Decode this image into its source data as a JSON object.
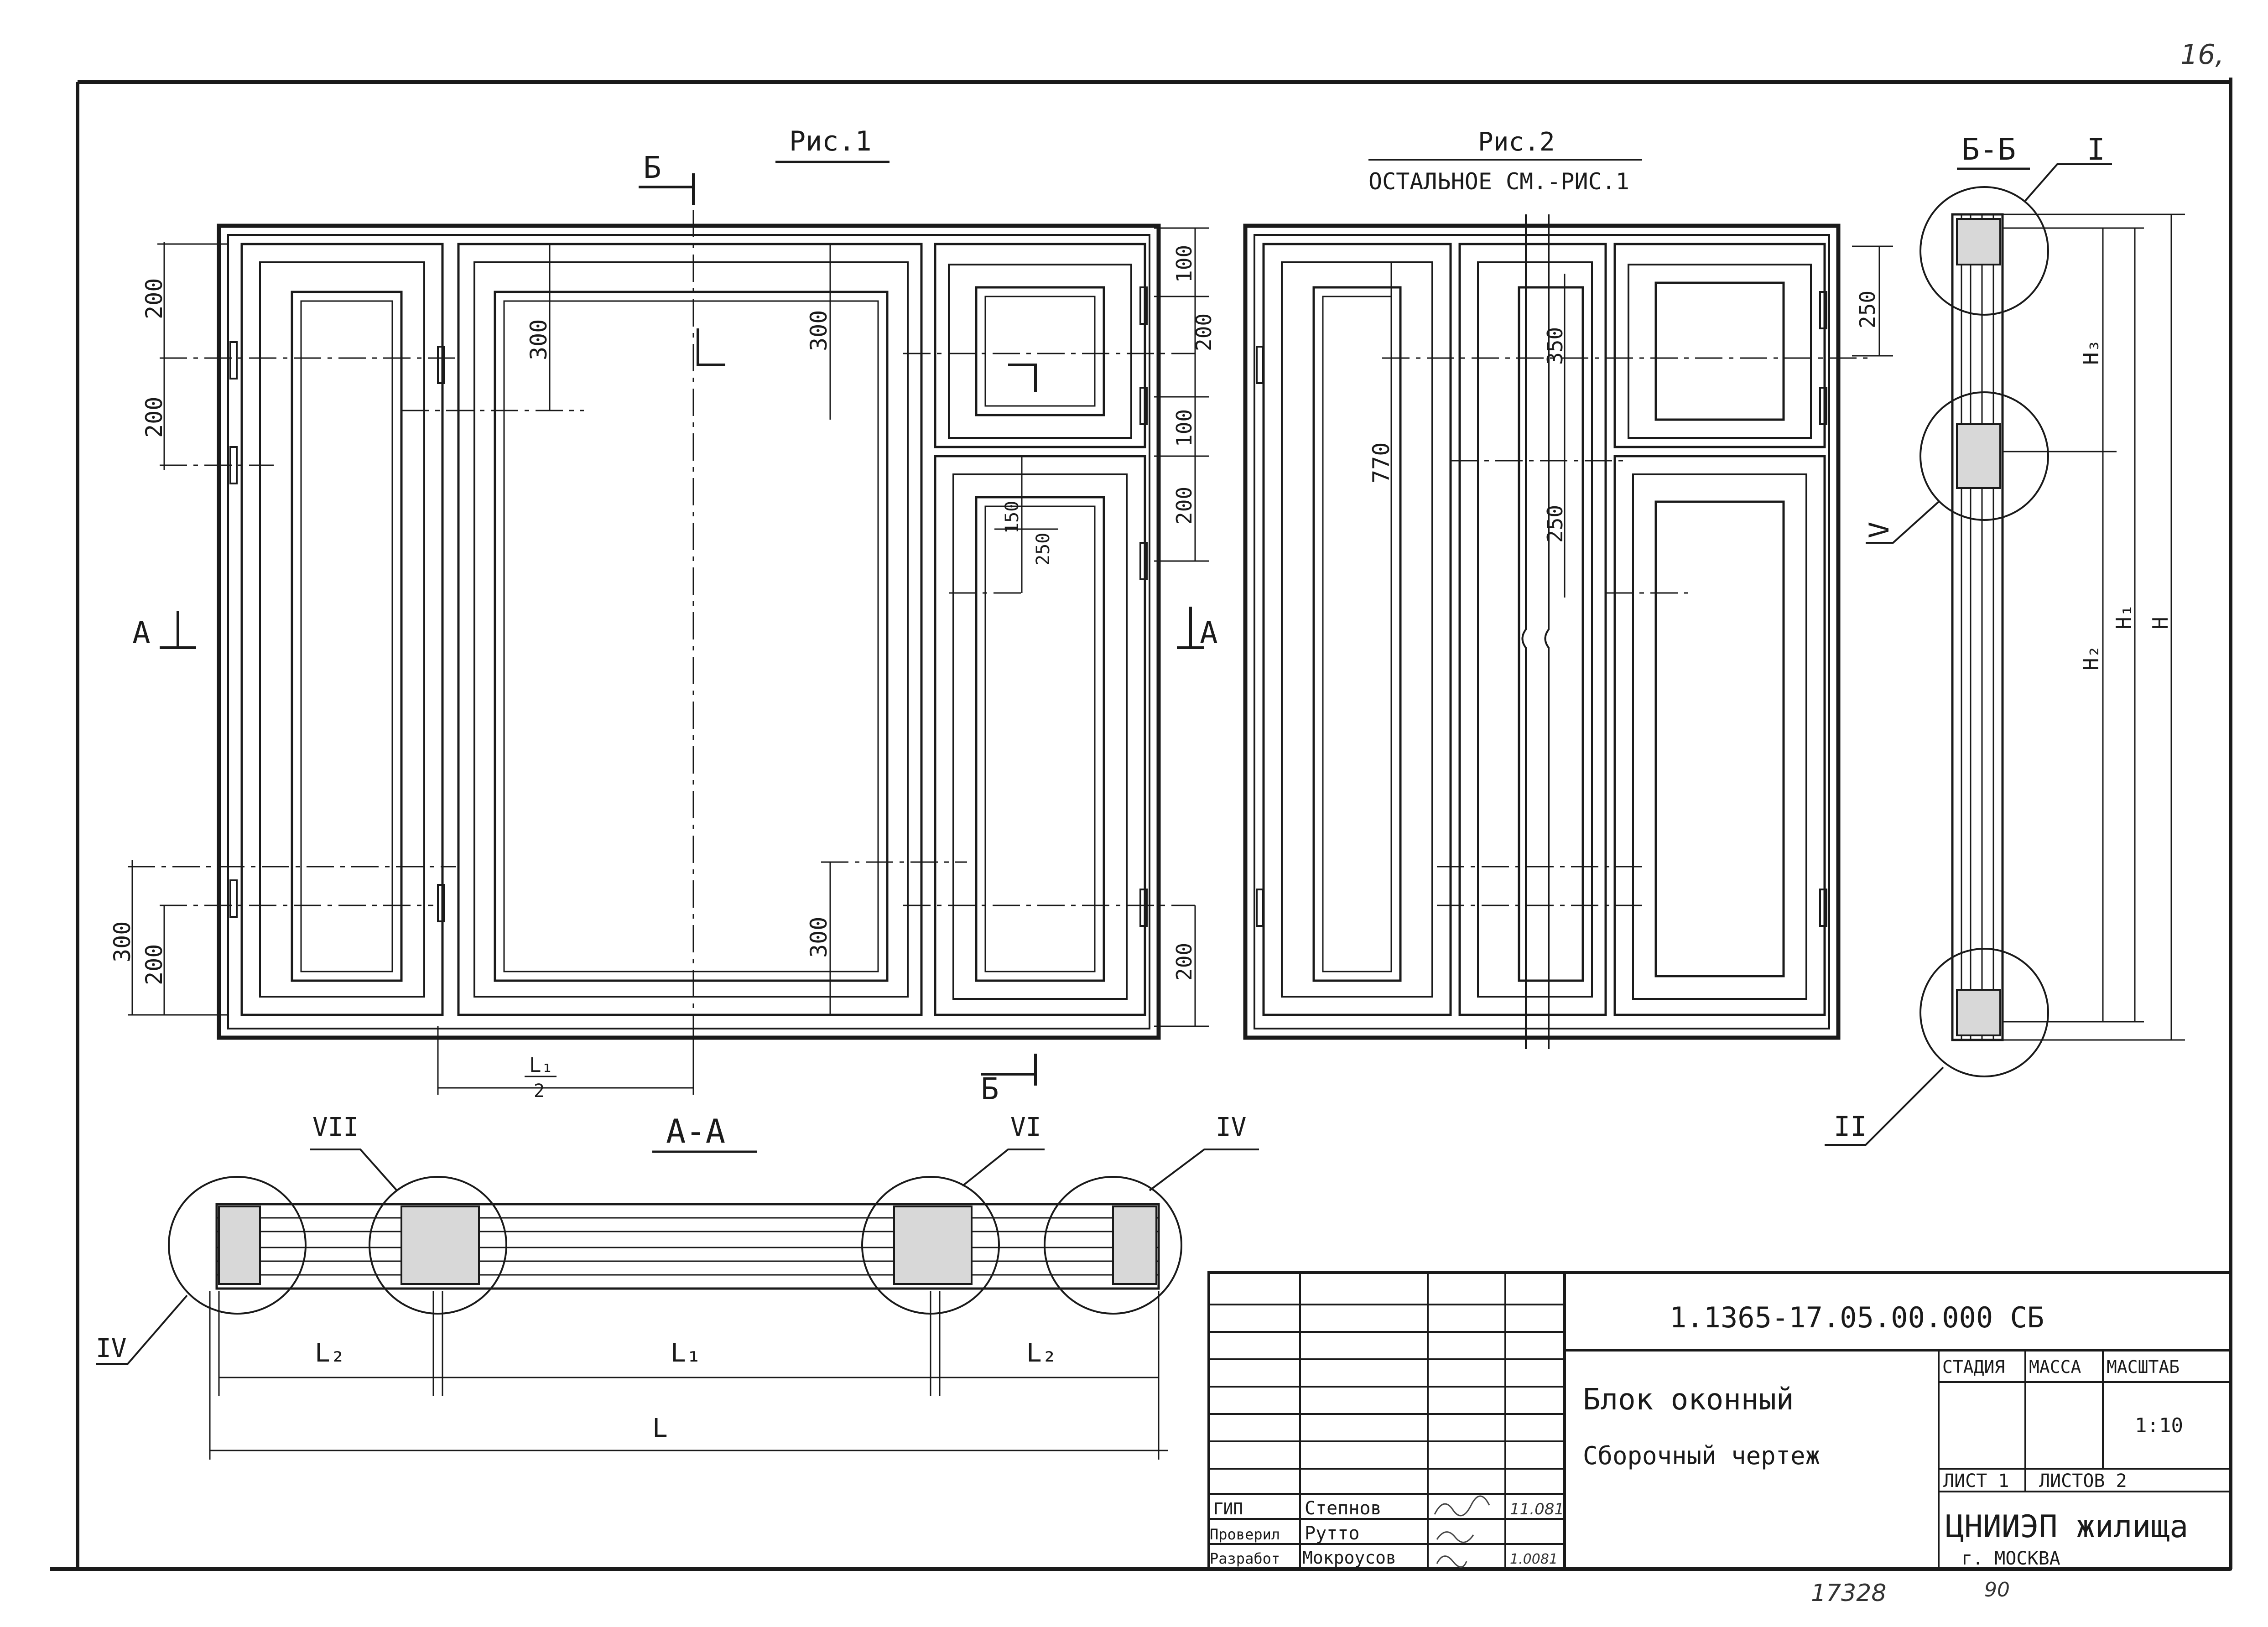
{
  "corner_mark": "16,",
  "figure1": {
    "title": "Рис.1",
    "section_b_top": "Б",
    "section_b_bottom": "Б",
    "section_a_left": "А",
    "section_a_right": "А",
    "dims": {
      "left_200_top": "200",
      "left_200_mid": "200",
      "left_300_bottom": "300",
      "left_200_bottom": "200",
      "center_300_top": "300",
      "mid_300_top": "300",
      "mid_300_bottom": "300",
      "right_100_top": "100",
      "right_200_a": "200",
      "right_100_b": "100",
      "right_200_c": "200",
      "right_200_bottom": "200",
      "inner_150": "150",
      "inner_250": "250",
      "l1_half_top": "L₁",
      "l1_half_bottom": "2"
    }
  },
  "figure2": {
    "title": "Рис.2",
    "subtitle": "ОСТАЛЬНОЕ СМ.-РИС.1",
    "dims": {
      "d770": "770",
      "d350": "350",
      "d250_mid": "250",
      "d250_top_right": "250"
    }
  },
  "section_bb": {
    "title": "Б-Б",
    "callout_top": "I",
    "callout_mid": "V",
    "callout_bottom": "II",
    "h3": "H₃",
    "h2": "H₂",
    "h1": "H₁",
    "h": "H"
  },
  "section_aa": {
    "title": "А-А",
    "callout_vii": "VII",
    "callout_vi": "VI",
    "callout_iv_right": "IV",
    "callout_iv_left": "IV",
    "l2_left": "L₂",
    "l1": "L₁",
    "l2_right": "L₂",
    "l": "L"
  },
  "title_block": {
    "doc_code": "1.1365-17.05.00.000 СБ",
    "name_line1": "Блок оконный",
    "name_line2": "Сборочный чертеж",
    "col_stage": "СТАДИЯ",
    "col_mass": "МАССА",
    "col_scale": "МАСШТАБ",
    "scale_value": "1:10",
    "sheet_label": "ЛИСТ 1",
    "sheets_label": "ЛИСТОВ 2",
    "org": "ЦНИИЭП жилища",
    "city": "г. МОСКВА",
    "signers": [
      {
        "role": "ГИП",
        "name": "Степнов",
        "date": "11.081"
      },
      {
        "role": "Проверил",
        "name": "Рутто",
        "date": ""
      },
      {
        "role": "Разработ",
        "name": "Мокроусов",
        "date": "1.0081"
      }
    ]
  },
  "footer": {
    "inventory_number": "17328",
    "extra": "90"
  }
}
